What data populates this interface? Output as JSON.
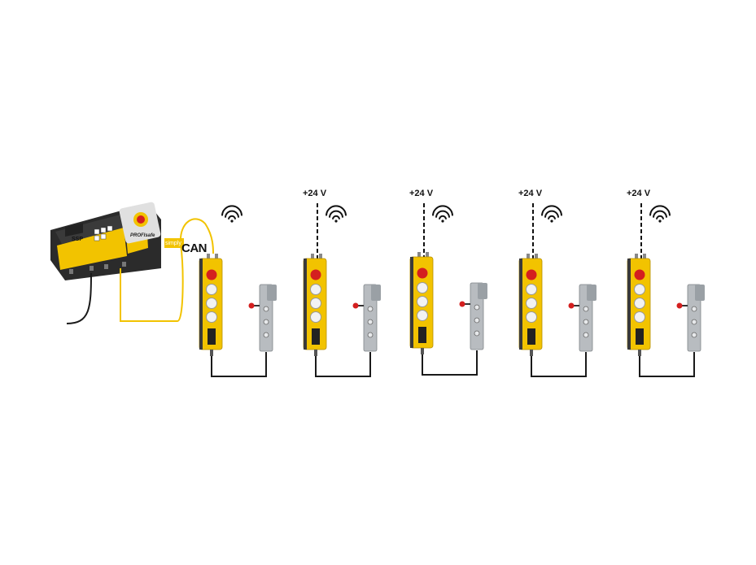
{
  "bus": {
    "prefix": "simply",
    "name": "CAN"
  },
  "profisafe": {
    "label": "PROFIsafe"
  },
  "controller": {
    "brand": "SSP"
  },
  "units": [
    {
      "voltage": "",
      "wireless_icon": "wifi-icon"
    },
    {
      "voltage": "+24 V",
      "wireless_icon": "wifi-icon"
    },
    {
      "voltage": "+24 V",
      "wireless_icon": "wifi-icon"
    },
    {
      "voltage": "+24 V",
      "wireless_icon": "wifi-icon"
    },
    {
      "voltage": "+24 V",
      "wireless_icon": "wifi-icon"
    }
  ],
  "colors": {
    "yellow": "#f2c300",
    "cable_yellow": "#f2c300",
    "cable_dark": "#1a1a1a",
    "estop_red": "#d41f1f",
    "steel": "#b8bcc0",
    "panel_dark": "#2b2b2b"
  }
}
